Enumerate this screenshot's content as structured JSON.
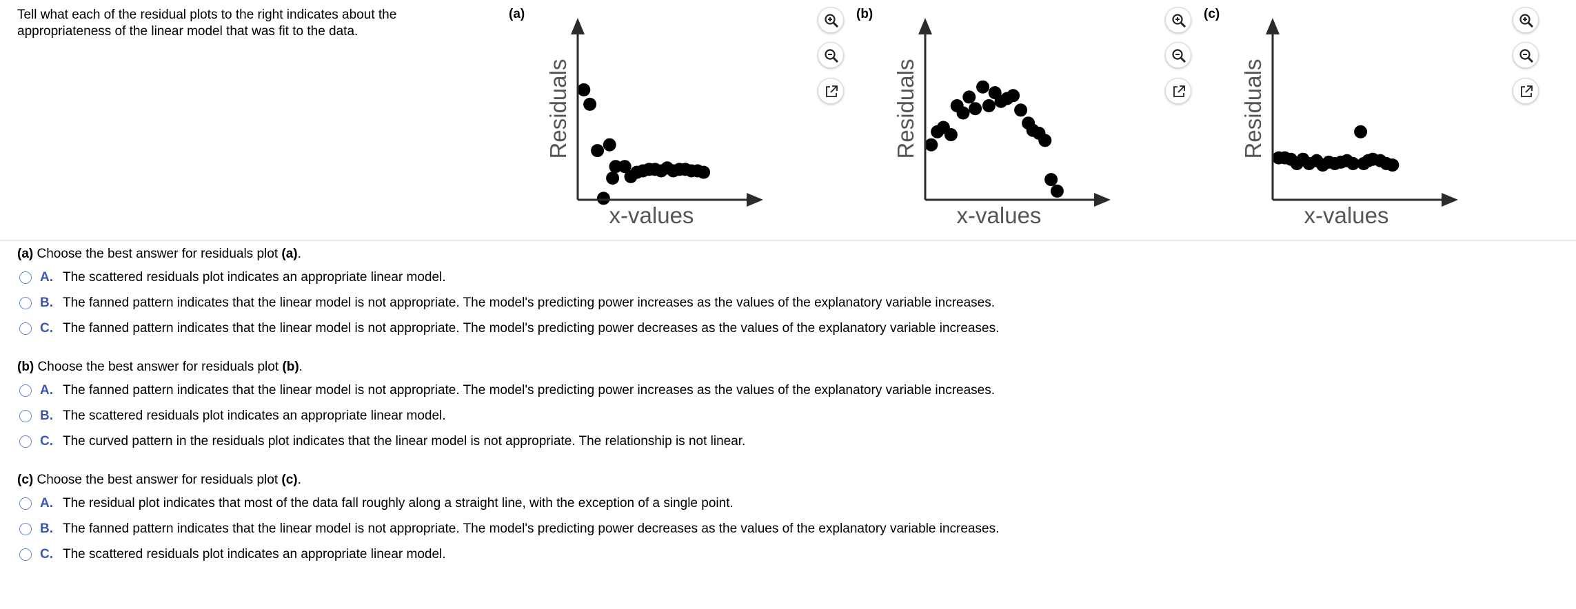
{
  "instructions": "Tell what each of the residual plots to the right indicates about the appropriateness of the linear model that was fit to the data.",
  "icons": {
    "zoom_in": "zoom-in-icon",
    "zoom_out": "zoom-out-icon",
    "popout": "external-link-icon"
  },
  "plots": [
    {
      "label": "(a)",
      "ylabel": "Residuals",
      "xlabel": "x-values"
    },
    {
      "label": "(b)",
      "ylabel": "Residuals",
      "xlabel": "x-values"
    },
    {
      "label": "(c)",
      "ylabel": "Residuals",
      "xlabel": "x-values"
    }
  ],
  "chart_data": [
    {
      "type": "scatter",
      "xlabel": "x-values",
      "ylabel": "Residuals",
      "xlim": [
        0,
        100
      ],
      "ylim": [
        0,
        100
      ],
      "grid": false,
      "points": [
        [
          4,
          76
        ],
        [
          8,
          66
        ],
        [
          13,
          34
        ],
        [
          21,
          38
        ],
        [
          25,
          23
        ],
        [
          31,
          23
        ],
        [
          17,
          1
        ],
        [
          23,
          15
        ],
        [
          35,
          16
        ],
        [
          39,
          19
        ],
        [
          43,
          20
        ],
        [
          47,
          21
        ],
        [
          51,
          21
        ],
        [
          55,
          20
        ],
        [
          59,
          22
        ],
        [
          63,
          20
        ],
        [
          67,
          21
        ],
        [
          71,
          21
        ],
        [
          75,
          20
        ],
        [
          79,
          20
        ],
        [
          83,
          19
        ]
      ]
    },
    {
      "type": "scatter",
      "xlabel": "x-values",
      "ylabel": "Residuals",
      "xlim": [
        0,
        100
      ],
      "ylim": [
        0,
        100
      ],
      "grid": false,
      "points": [
        [
          4,
          38
        ],
        [
          8,
          47
        ],
        [
          12,
          50
        ],
        [
          17,
          45
        ],
        [
          21,
          65
        ],
        [
          25,
          60
        ],
        [
          29,
          71
        ],
        [
          33,
          63
        ],
        [
          38,
          78
        ],
        [
          42,
          65
        ],
        [
          46,
          74
        ],
        [
          50,
          68
        ],
        [
          54,
          70
        ],
        [
          58,
          72
        ],
        [
          63,
          62
        ],
        [
          68,
          53
        ],
        [
          71,
          48
        ],
        [
          75,
          46
        ],
        [
          79,
          41
        ],
        [
          83,
          14
        ],
        [
          87,
          6
        ]
      ]
    },
    {
      "type": "scatter",
      "xlabel": "x-values",
      "ylabel": "Residuals",
      "xlim": [
        0,
        100
      ],
      "ylim": [
        0,
        100
      ],
      "grid": false,
      "points": [
        [
          4,
          29
        ],
        [
          8,
          29
        ],
        [
          12,
          28
        ],
        [
          16,
          25
        ],
        [
          20,
          28
        ],
        [
          24,
          25
        ],
        [
          29,
          27
        ],
        [
          33,
          24
        ],
        [
          37,
          26
        ],
        [
          41,
          25
        ],
        [
          45,
          26
        ],
        [
          49,
          27
        ],
        [
          53,
          25
        ],
        [
          58,
          47
        ],
        [
          60,
          25
        ],
        [
          63,
          27
        ],
        [
          66,
          28
        ],
        [
          71,
          27
        ],
        [
          75,
          25
        ],
        [
          79,
          24
        ]
      ]
    }
  ],
  "questions": [
    {
      "part": "(a)",
      "prefix": " Choose the best answer for residuals plot ",
      "ref": "(a)",
      "suffix": ".",
      "choices": [
        {
          "letter": "A.",
          "text": "The scattered residuals plot indicates an appropriate linear model."
        },
        {
          "letter": "B.",
          "text": "The fanned pattern indicates that the linear model is not appropriate. The model's predicting power increases as the values of the explanatory variable increases."
        },
        {
          "letter": "C.",
          "text": "The fanned pattern indicates that the linear model is not appropriate. The model's predicting power decreases as the values of the explanatory variable increases."
        }
      ]
    },
    {
      "part": "(b)",
      "prefix": " Choose the best answer for residuals plot ",
      "ref": "(b)",
      "suffix": ".",
      "choices": [
        {
          "letter": "A.",
          "text": "The fanned pattern indicates that the linear model is not appropriate. The model's predicting power increases as the values of the explanatory variable increases."
        },
        {
          "letter": "B.",
          "text": "The scattered residuals plot indicates an appropriate linear model."
        },
        {
          "letter": "C.",
          "text": "The curved pattern in the residuals plot indicates that the linear model is not appropriate. The relationship is not linear."
        }
      ]
    },
    {
      "part": "(c)",
      "prefix": " Choose the best answer for residuals plot ",
      "ref": "(c)",
      "suffix": ".",
      "choices": [
        {
          "letter": "A.",
          "text": "The residual plot indicates that most of the data fall roughly along a straight line, with the exception of a single point."
        },
        {
          "letter": "B.",
          "text": "The fanned pattern indicates that the linear model is not appropriate. The model's predicting power decreases as the values of the explanatory variable increases."
        },
        {
          "letter": "C.",
          "text": "The scattered residuals plot indicates an appropriate linear model."
        }
      ]
    }
  ]
}
